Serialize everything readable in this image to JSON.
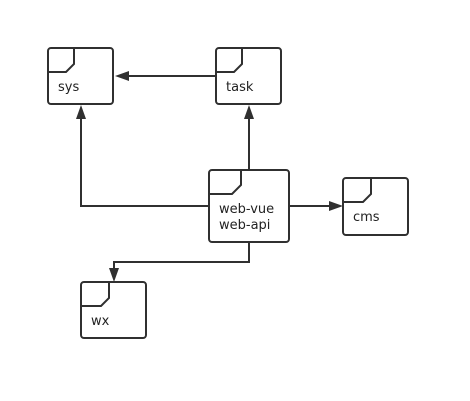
{
  "diagram": {
    "nodes": {
      "sys": {
        "lines": [
          "sys"
        ]
      },
      "task": {
        "lines": [
          "task"
        ]
      },
      "webvue": {
        "lines": [
          "web-vue",
          "web-api"
        ]
      },
      "cms": {
        "lines": [
          "cms"
        ]
      },
      "wx": {
        "lines": [
          "wx"
        ]
      }
    },
    "edges": [
      {
        "from": "task",
        "to": "sys"
      },
      {
        "from": "web-vue / web-api",
        "to": "sys"
      },
      {
        "from": "web-vue / web-api",
        "to": "task"
      },
      {
        "from": "web-vue / web-api",
        "to": "cms"
      },
      {
        "from": "web-vue / web-api",
        "to": "wx"
      }
    ],
    "colors": {
      "stroke": "#303030",
      "text": "#222222",
      "background": "#ffffff"
    }
  }
}
